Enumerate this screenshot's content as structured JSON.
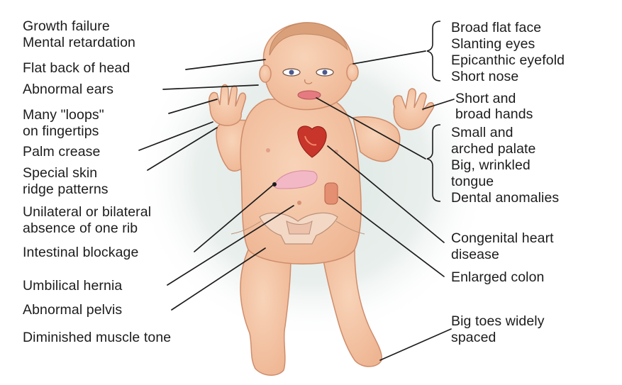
{
  "labels_left": {
    "growth_failure": "Growth failure",
    "mental_retardation": "Mental retardation",
    "flat_back_of_head": "Flat back of head",
    "abnormal_ears": "Abnormal ears",
    "many_loops_l1": "Many \"loops\"",
    "many_loops_l2": "on fingertips",
    "palm_crease": "Palm crease",
    "skin_ridge_l1": "Special skin",
    "skin_ridge_l2": "ridge patterns",
    "rib_l1": "Unilateral or bilateral",
    "rib_l2": "absence of one rib",
    "intestinal_blockage": "Intestinal blockage",
    "umbilical_hernia": "Umbilical hernia",
    "abnormal_pelvis": "Abnormal pelvis",
    "muscle_tone": "Diminished muscle tone"
  },
  "labels_right": {
    "broad_flat_face": "Broad flat face",
    "slanting_eyes": "Slanting eyes",
    "epicanthic_eyefold": "Epicanthic eyefold",
    "short_nose": "Short nose",
    "hands_l1": "Short and",
    "hands_l2": "broad hands",
    "palate_l1": "Small and",
    "palate_l2": "arched palate",
    "tongue_l1": "Big, wrinkled",
    "tongue_l2": "tongue",
    "dental": "Dental anomalies",
    "heart_l1": "Congenital heart",
    "heart_l2": "disease",
    "colon": "Enlarged colon",
    "toes_l1": "Big toes widely",
    "toes_l2": "spaced"
  },
  "colors": {
    "skin": "#f4c6a6",
    "skin_outline": "#cf8d6c",
    "background_glow": "#dfe8e5",
    "line": "#1c1c1c",
    "heart": "#c8352a",
    "stomach": "#f2b8c6",
    "colon": "#e48e72"
  }
}
